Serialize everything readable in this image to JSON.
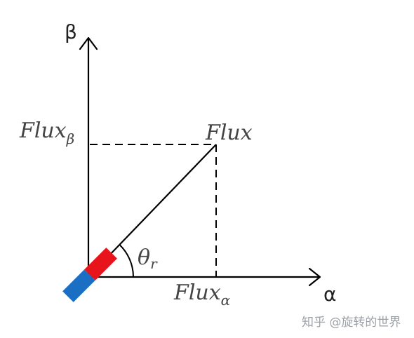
{
  "axes": {
    "beta_label": "β",
    "alpha_label": "α"
  },
  "labels": {
    "flux_beta_main": "Flux",
    "flux_beta_sub": "β",
    "flux": "Flux",
    "flux_alpha_main": "Flux",
    "flux_alpha_sub": "α",
    "theta_main": "θ",
    "theta_sub": "r"
  },
  "colors": {
    "magnet_north": "#e8141c",
    "magnet_south": "#1a6fc4"
  },
  "watermark": "知乎 @旋转的世界"
}
